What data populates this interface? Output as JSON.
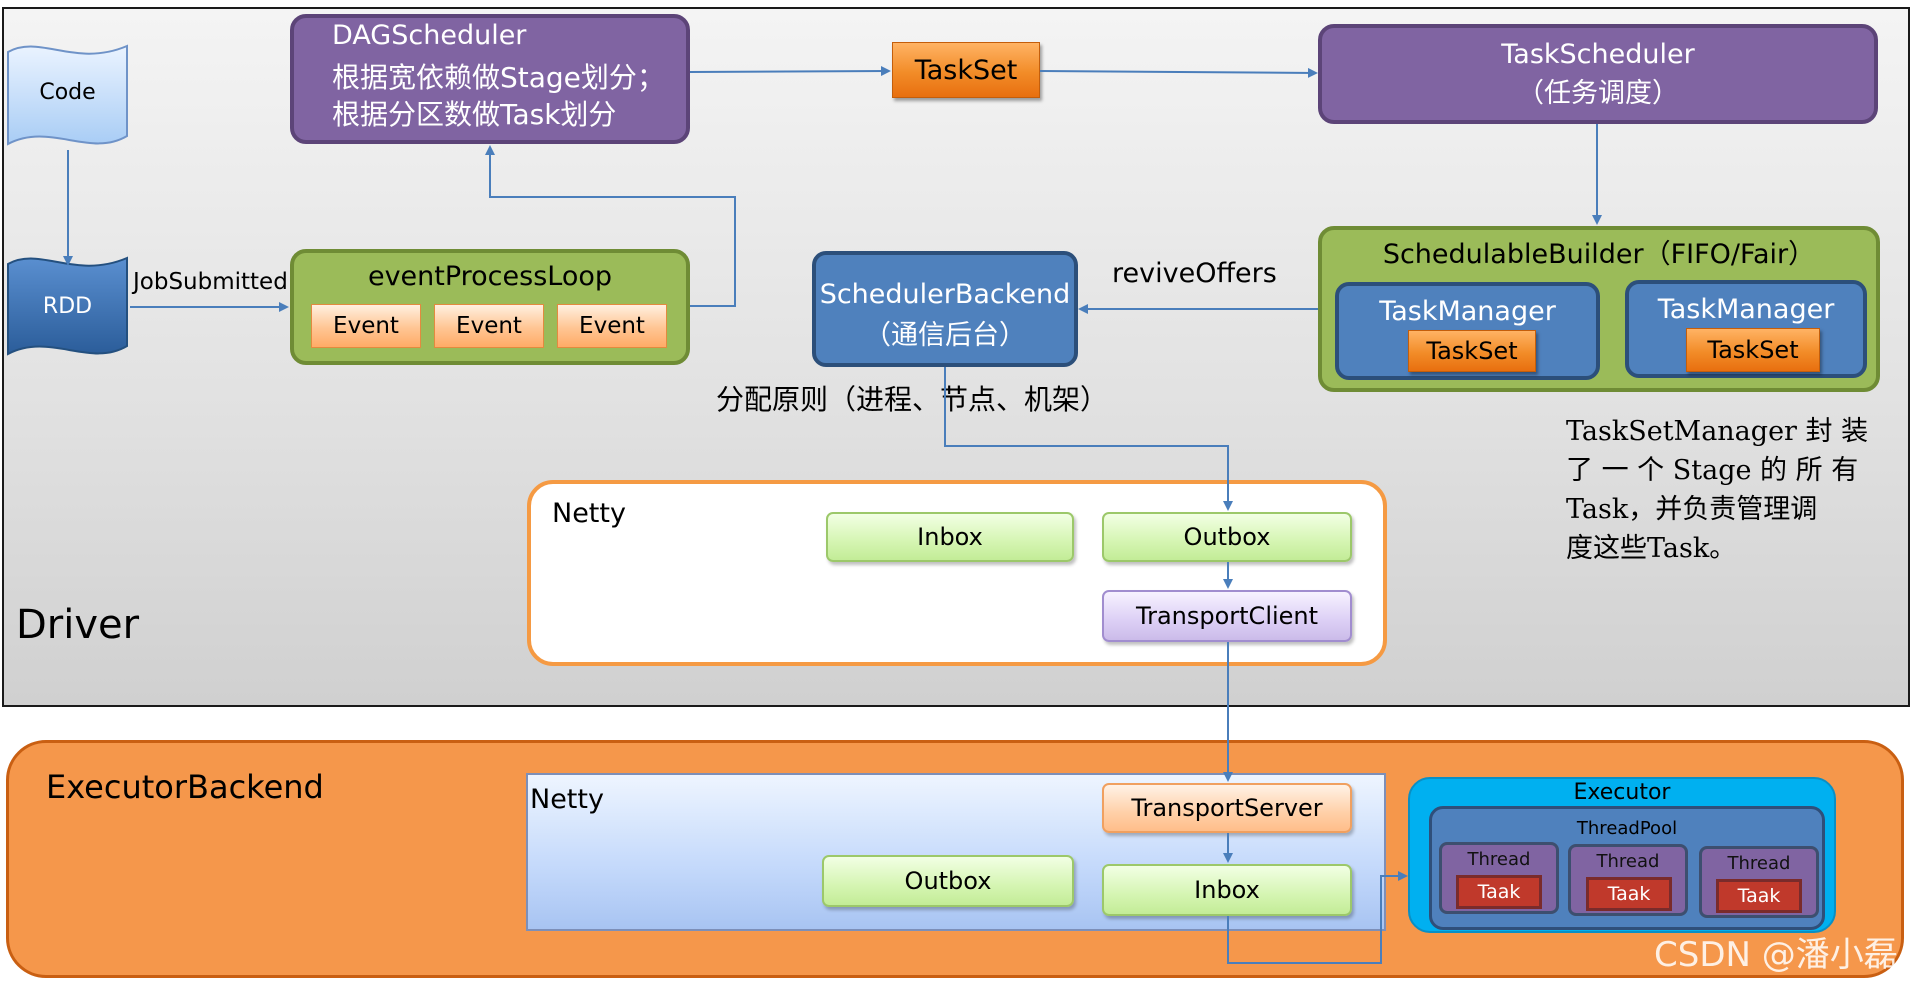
{
  "driver": {
    "label": "Driver",
    "code": "Code",
    "rdd": "RDD",
    "job_submitted": "JobSubmitted",
    "event_loop": {
      "title": "eventProcessLoop",
      "events": [
        "Event",
        "Event",
        "Event"
      ]
    },
    "dag_scheduler": {
      "title": "DAGScheduler",
      "line1": "根据宽依赖做Stage划分；",
      "line2": "根据分区数做Task划分"
    },
    "taskset": "TaskSet",
    "task_scheduler": {
      "title": "TaskScheduler",
      "subtitle": "（任务调度）"
    },
    "schedulable_builder": {
      "title": "SchedulableBuilder（FIFO/Fair）",
      "managers": [
        {
          "label": "TaskManager",
          "taskset": "TaskSet"
        },
        {
          "label": "TaskManager",
          "taskset": "TaskSet"
        }
      ]
    },
    "revive_offers": "reviveOffers",
    "scheduler_backend": {
      "title": "SchedulerBackend",
      "subtitle": "（通信后台）"
    },
    "allocation_rule": "分配原则（进程、节点、机架）",
    "tsm_note": [
      "TaskSetManager 封 装",
      "了 一 个 Stage 的 所 有",
      "Task，并负责管理调",
      "度这些Task。"
    ],
    "netty": {
      "label": "Netty",
      "inbox": "Inbox",
      "outbox": "Outbox",
      "transport_client": "TransportClient"
    }
  },
  "executor_backend": {
    "label": "ExecutorBackend",
    "netty": {
      "label": "Netty",
      "transport_server": "TransportServer",
      "outbox": "Outbox",
      "inbox": "Inbox"
    },
    "executor": {
      "label": "Executor",
      "thread_pool": "ThreadPool",
      "threads": [
        {
          "label": "Thread",
          "task": "Taak"
        },
        {
          "label": "Thread",
          "task": "Taak"
        },
        {
          "label": "Thread",
          "task": "Taak"
        }
      ]
    }
  },
  "watermark": "CSDN @潘小磊",
  "colors": {
    "link": "#4a7ebb",
    "purple": "#8064a2",
    "green": "#9bbb59",
    "blue": "#4f81bd",
    "orange": "#f79646"
  }
}
